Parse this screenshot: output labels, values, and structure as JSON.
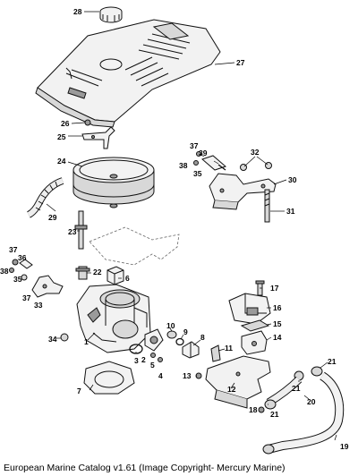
{
  "callouts": [
    {
      "id": "c28",
      "label": "28"
    },
    {
      "id": "c27",
      "label": "27"
    },
    {
      "id": "c26",
      "label": "26"
    },
    {
      "id": "c25",
      "label": "25"
    },
    {
      "id": "c24",
      "label": "24"
    },
    {
      "id": "c29",
      "label": "29"
    },
    {
      "id": "c37a",
      "label": "37"
    },
    {
      "id": "c39",
      "label": "39"
    },
    {
      "id": "c38a",
      "label": "38"
    },
    {
      "id": "c35a",
      "label": "35"
    },
    {
      "id": "c32",
      "label": "32"
    },
    {
      "id": "c30",
      "label": "30"
    },
    {
      "id": "c31",
      "label": "31"
    },
    {
      "id": "c23",
      "label": "23"
    },
    {
      "id": "c37b",
      "label": "37"
    },
    {
      "id": "c36",
      "label": "36"
    },
    {
      "id": "c38b",
      "label": "38"
    },
    {
      "id": "c35b",
      "label": "35"
    },
    {
      "id": "c37c",
      "label": "37"
    },
    {
      "id": "c33",
      "label": "33"
    },
    {
      "id": "c22",
      "label": "22"
    },
    {
      "id": "c6",
      "label": "6"
    },
    {
      "id": "c17",
      "label": "17"
    },
    {
      "id": "c16",
      "label": "16"
    },
    {
      "id": "c15",
      "label": "15"
    },
    {
      "id": "c14",
      "label": "14"
    },
    {
      "id": "c10",
      "label": "10"
    },
    {
      "id": "c9",
      "label": "9"
    },
    {
      "id": "c8",
      "label": "8"
    },
    {
      "id": "c11",
      "label": "11"
    },
    {
      "id": "c34",
      "label": "34"
    },
    {
      "id": "c1",
      "label": "1"
    },
    {
      "id": "c3",
      "label": "3"
    },
    {
      "id": "c2",
      "label": "2"
    },
    {
      "id": "c5",
      "label": "5"
    },
    {
      "id": "c4",
      "label": "4"
    },
    {
      "id": "c7",
      "label": "7"
    },
    {
      "id": "c13",
      "label": "13"
    },
    {
      "id": "c12",
      "label": "12"
    },
    {
      "id": "c21a",
      "label": "21"
    },
    {
      "id": "c21b",
      "label": "21"
    },
    {
      "id": "c20",
      "label": "20"
    },
    {
      "id": "c18",
      "label": "18"
    },
    {
      "id": "c21c",
      "label": "21"
    },
    {
      "id": "c19",
      "label": "19"
    }
  ],
  "footer": "European Marine Catalog v1.61 (Image Copyright- Mercury Marine)"
}
